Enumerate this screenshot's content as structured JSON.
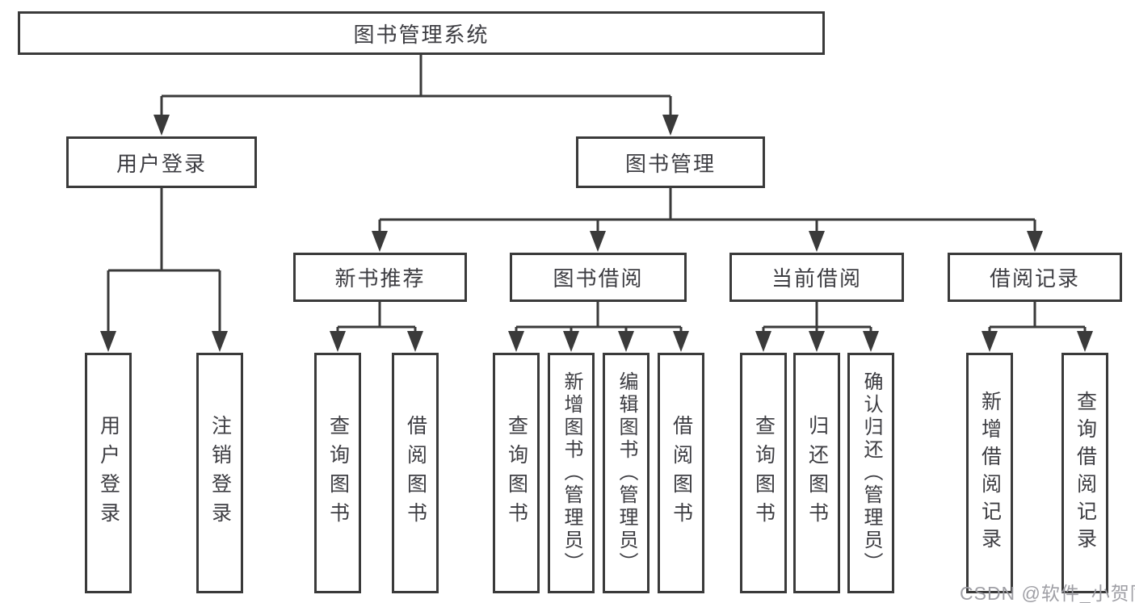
{
  "root": {
    "label": "图书管理系统"
  },
  "level2": {
    "user": {
      "label": "用户登录",
      "leaves": [
        "用户登录",
        "注销登录"
      ]
    },
    "book": {
      "label": "图书管理"
    }
  },
  "modules": [
    {
      "label": "新书推荐",
      "leaves": [
        "查询图书",
        "借阅图书"
      ]
    },
    {
      "label": "图书借阅",
      "leaves": [
        "查询图书",
        "新增图书（管理员）",
        "编辑图书（管理员）",
        "借阅图书"
      ]
    },
    {
      "label": "当前借阅",
      "leaves": [
        "查询图书",
        "归还图书",
        "确认归还（管理员）"
      ]
    },
    {
      "label": "借阅记录",
      "leaves": [
        "新增借阅记录",
        "查询借阅记录"
      ]
    }
  ],
  "watermark": {
    "text": "CSDN @软件_小贺同学"
  },
  "colors": {
    "line": "#3a3a3a",
    "text": "#3d3d42",
    "watermark": "#9a9aa0",
    "background": "#ffffff"
  }
}
